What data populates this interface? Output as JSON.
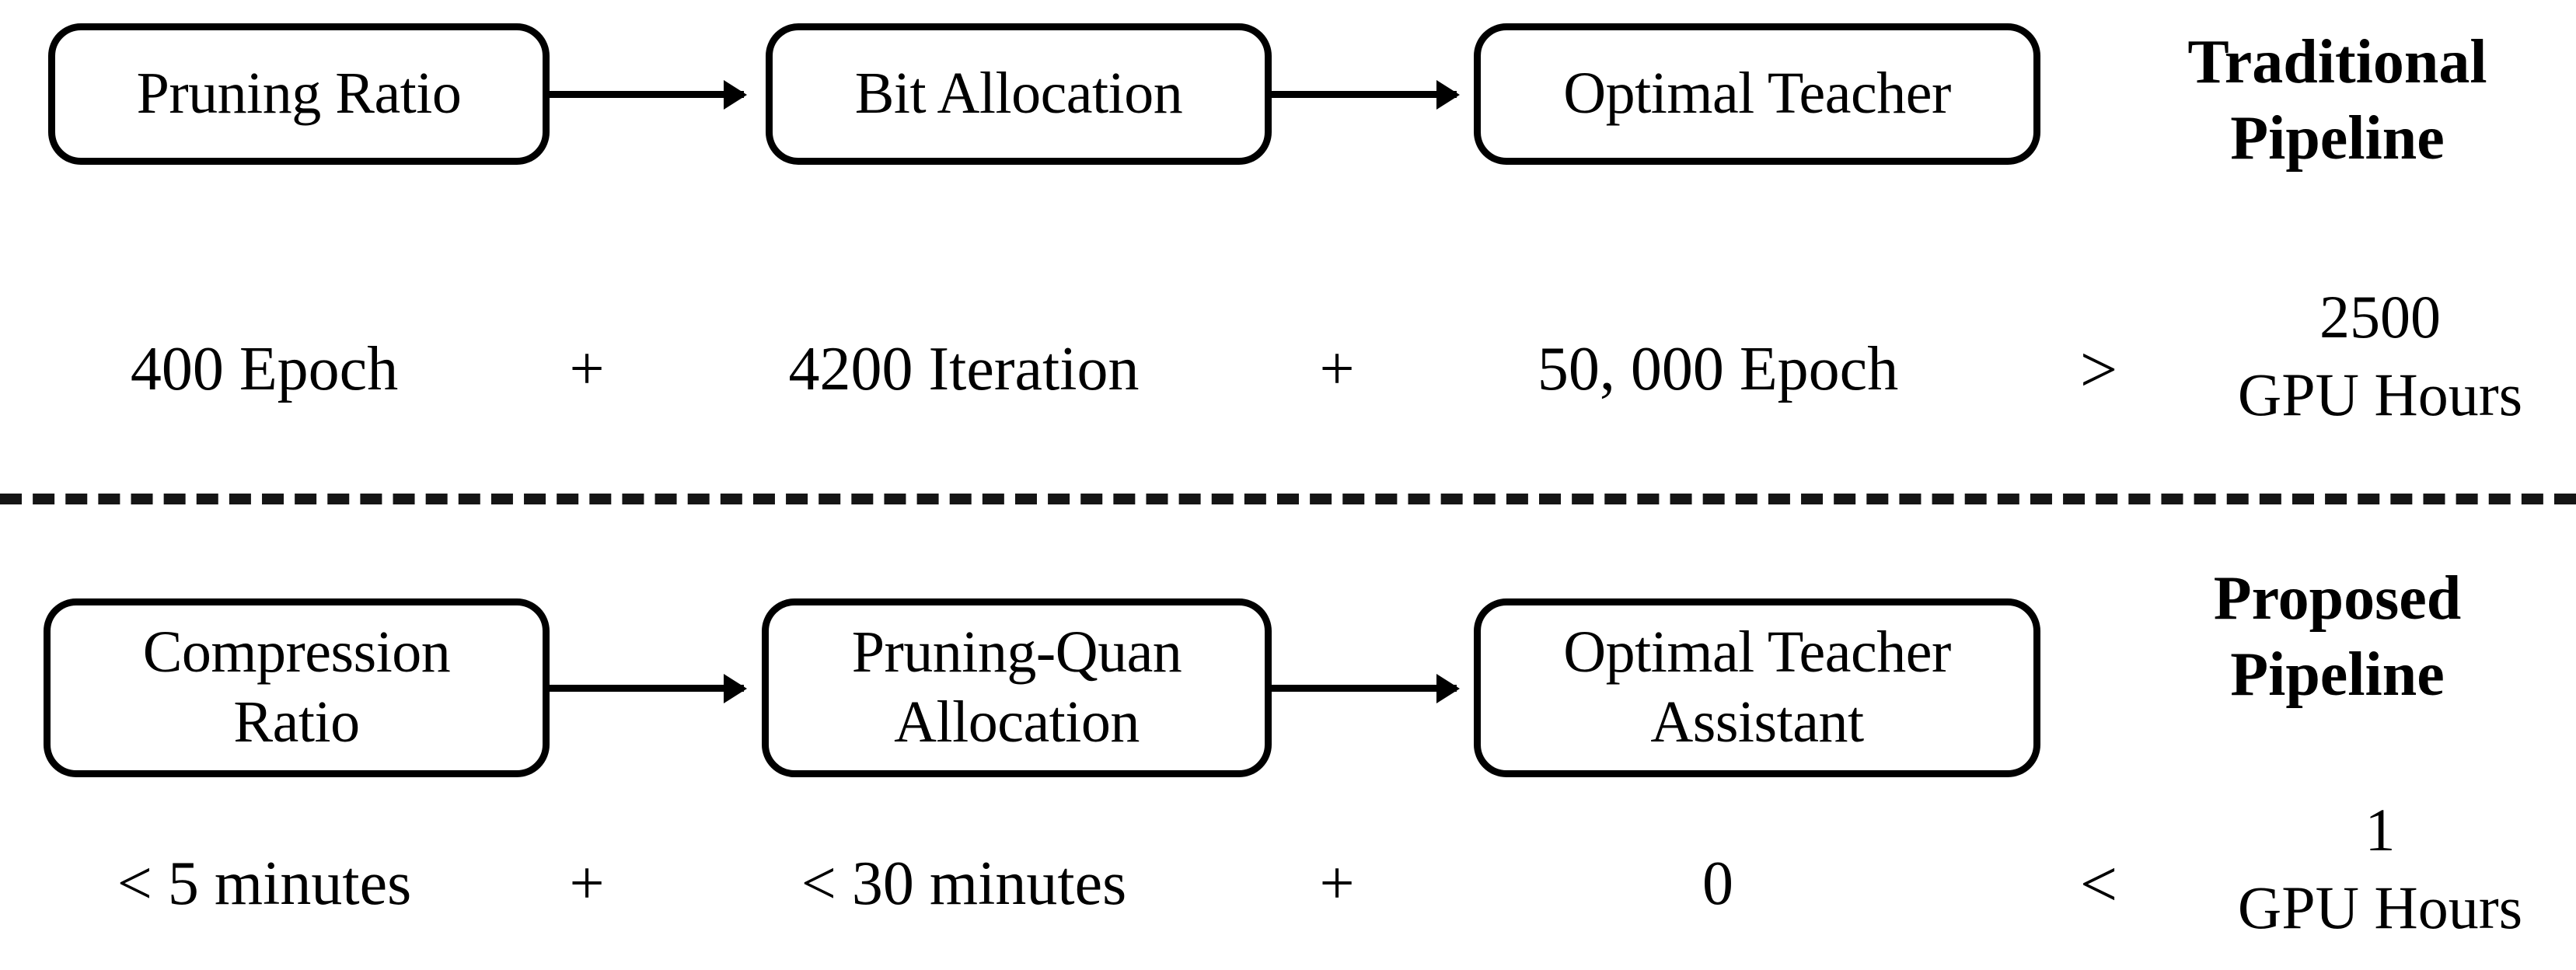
{
  "figure": {
    "type": "flow-comparison-diagram",
    "sections": [
      {
        "id": "traditional",
        "title": "Traditional\nPipeline",
        "nodes": [
          {
            "label": "Pruning Ratio"
          },
          {
            "label": "Bit Allocation"
          },
          {
            "label": "Optimal Teacher"
          }
        ],
        "arrows": [
          "arrow-right",
          "arrow-right"
        ],
        "cost": {
          "terms": [
            "400 Epoch",
            "4200 Iteration",
            "50, 000 Epoch"
          ],
          "operators": [
            "+",
            "+"
          ],
          "comparator": ">",
          "result_value": "2500",
          "result_unit": "GPU Hours"
        }
      },
      {
        "id": "proposed",
        "title": "Proposed\nPipeline",
        "nodes": [
          {
            "label": "Compression\nRatio"
          },
          {
            "label": "Pruning-Quan\nAllocation"
          },
          {
            "label": "Optimal Teacher\nAssistant"
          }
        ],
        "arrows": [
          "arrow-right",
          "arrow-right"
        ],
        "cost": {
          "terms": [
            "< 5 minutes",
            "< 30 minutes",
            "0"
          ],
          "operators": [
            "+",
            "+"
          ],
          "comparator": "<",
          "result_value": "1",
          "result_unit": "GPU Hours"
        }
      }
    ],
    "divider": {
      "style": "dashed"
    },
    "colors": {
      "stroke": "#000000",
      "background": "#ffffff",
      "text": "#000000"
    }
  }
}
